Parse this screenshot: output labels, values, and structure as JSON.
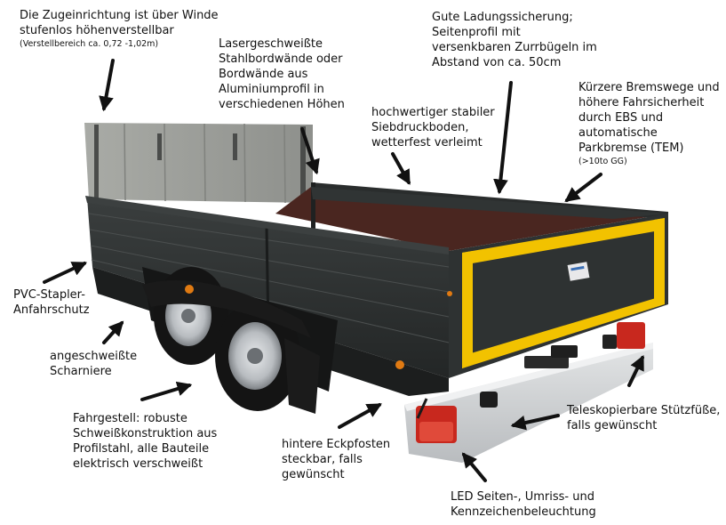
{
  "colors": {
    "trailer_body": "#2d3030",
    "trailer_body_dark": "#1c1e1e",
    "aluminium": "#9a9c98",
    "floor": "#4a2620",
    "reflective_yellow": "#f2c200",
    "galvanized": "#cfd2d4",
    "tail_light": "#c8281e",
    "tire": "#141414",
    "arrow": "#111111"
  },
  "labels": {
    "zugeinrichtung": {
      "lines": [
        "Die Zugeinrichtung ist über Winde",
        "stufenlos höhenverstellbar"
      ],
      "note": "(Verstellbereich ca. 0,72 -1,02m)"
    },
    "bordwaende": {
      "lines": [
        "Lasergeschweißte",
        "Stahlbordwände oder",
        "Bordwände aus",
        "Aluminiumprofil in",
        "verschiedenen Höhen"
      ]
    },
    "siebdruckboden": {
      "lines": [
        "hochwertiger stabiler",
        "Siebdruckboden,",
        "wetterfest verleimt"
      ]
    },
    "ladungssicherung": {
      "lines": [
        "Gute Ladungssicherung;",
        "Seitenprofil mit",
        "versenkbaren Zurrbügeln im",
        "Abstand von ca. 50cm"
      ]
    },
    "bremswege": {
      "lines": [
        "Kürzere Bremswege und",
        "höhere Fahrsicherheit",
        "durch EBS und",
        "automatische",
        "Parkbremse (TEM)"
      ],
      "note": "(>10to GG)"
    },
    "pvc": {
      "lines": [
        "PVC-Stapler-",
        "Anfahrschutz"
      ]
    },
    "scharniere": {
      "lines": [
        "angeschweißte",
        "Scharniere"
      ]
    },
    "fahrgestell": {
      "lines": [
        "Fahrgestell: robuste",
        "Schweißkonstruktion aus",
        "Profilstahl, alle Bauteile",
        "elektrisch verschweißt"
      ]
    },
    "eckpfosten": {
      "lines": [
        "hintere Eckpfosten",
        "steckbar, falls",
        "gewünscht"
      ]
    },
    "stuetzfuesse": {
      "lines": [
        "Teleskopierbare Stützfüße,",
        "falls gewünscht"
      ]
    },
    "led": {
      "lines": [
        "LED Seiten-, Umriss- und",
        "Kennzeichenbeleuchtung"
      ]
    }
  }
}
